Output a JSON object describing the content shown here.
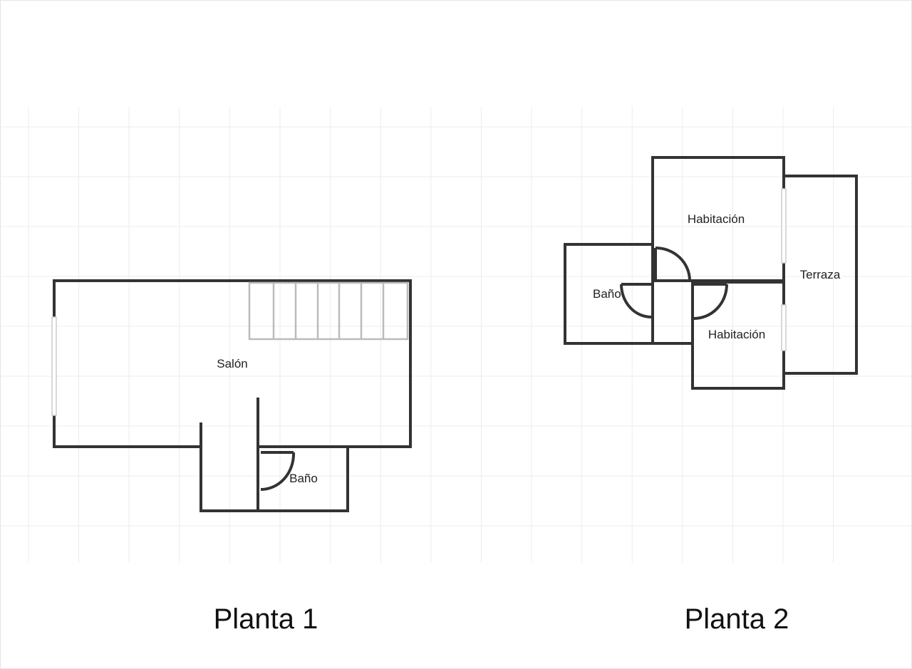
{
  "colors": {
    "wall": "#333333",
    "stairs": "#bbbbbb",
    "window": "#cccccc",
    "grid": "#ececec",
    "background": "#ffffff"
  },
  "floor_1": {
    "title": "Planta 1",
    "rooms": {
      "salon": "Salón",
      "bano": "Baño"
    }
  },
  "floor_2": {
    "title": "Planta 2",
    "rooms": {
      "habitacion_top": "Habitación",
      "habitacion_bottom": "Habitación",
      "bano": "Baño",
      "terraza": "Terraza"
    }
  }
}
